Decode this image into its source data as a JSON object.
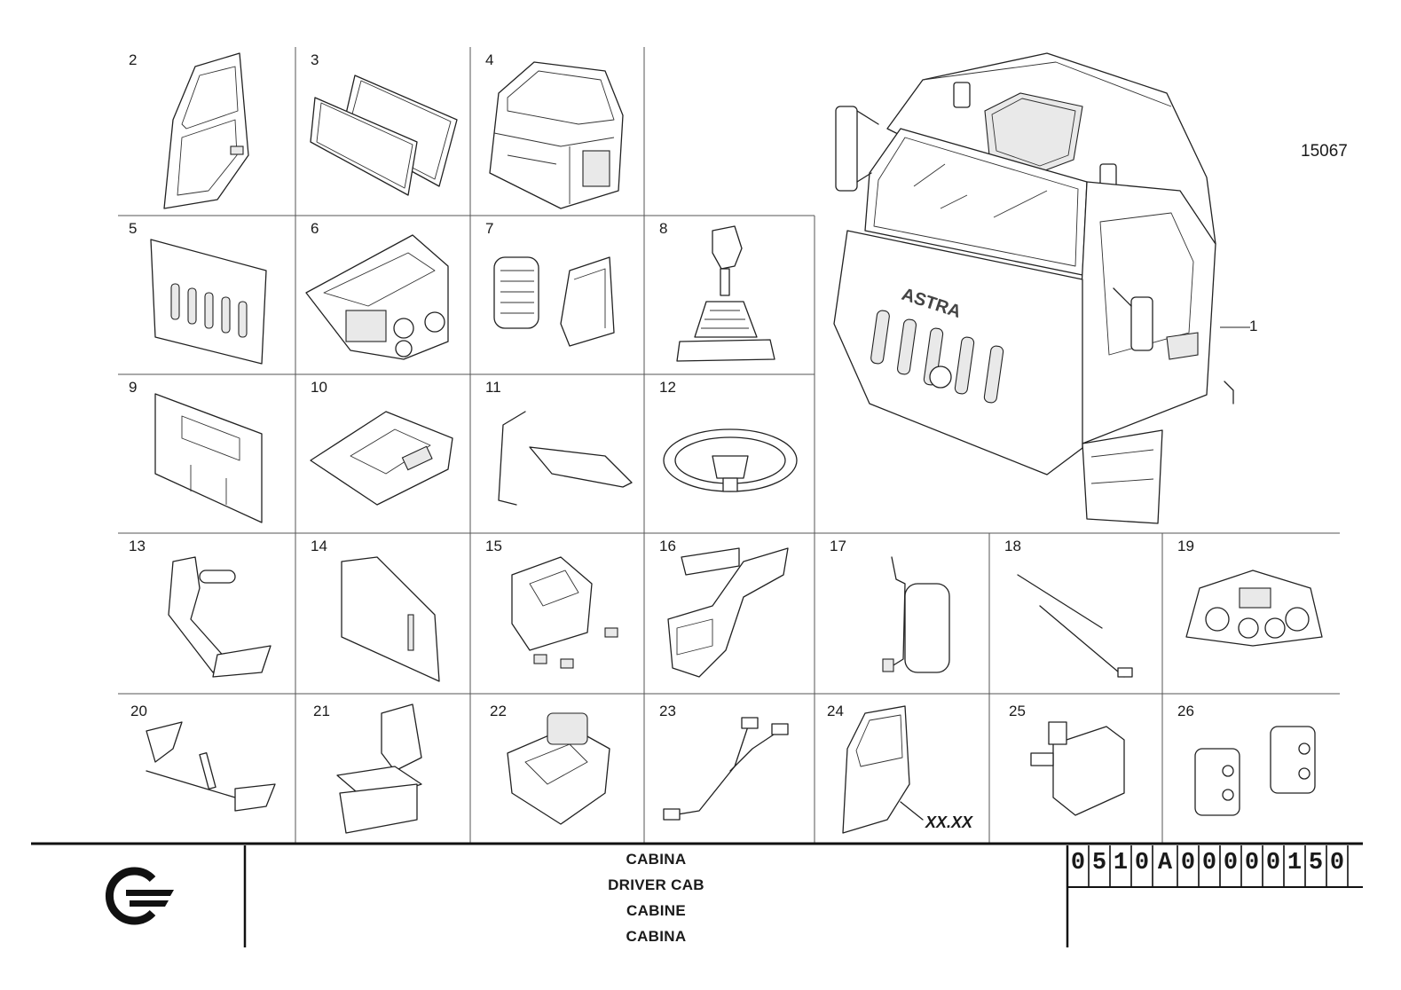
{
  "sheet_number": "15067",
  "main_callout": "1",
  "title_block": {
    "lines": [
      "CABINA",
      "DRIVER CAB",
      "CABINE",
      "CABINA"
    ],
    "drawing_code": [
      "0",
      "5",
      "1",
      "0",
      "A",
      "0",
      "0",
      "0",
      "0",
      "0",
      "1",
      "5",
      "0"
    ]
  },
  "variant_label": "XX.XX",
  "main_view": {
    "brand_on_grille": "ASTRA",
    "icon": "driver-cab-assembly-icon"
  },
  "logo": {
    "icon": "astra-logo-icon"
  },
  "parts": [
    {
      "number": "2",
      "icon": "door-frame-icon"
    },
    {
      "number": "3",
      "icon": "windshield-glass-icon"
    },
    {
      "number": "4",
      "icon": "cab-shell-icon"
    },
    {
      "number": "5",
      "icon": "front-grille-icon"
    },
    {
      "number": "6",
      "icon": "dashboard-panel-icon"
    },
    {
      "number": "7",
      "icon": "air-vent-trim-icon"
    },
    {
      "number": "8",
      "icon": "gear-lever-icon"
    },
    {
      "number": "9",
      "icon": "rear-wall-panel-icon"
    },
    {
      "number": "10",
      "icon": "cab-floor-icon"
    },
    {
      "number": "11",
      "icon": "grab-handle-icon"
    },
    {
      "number": "12",
      "icon": "steering-wheel-icon"
    },
    {
      "number": "13",
      "icon": "pedal-icon"
    },
    {
      "number": "14",
      "icon": "side-panel-icon"
    },
    {
      "number": "15",
      "icon": "pedal-box-icon"
    },
    {
      "number": "16",
      "icon": "step-bracket-icon"
    },
    {
      "number": "17",
      "icon": "rear-view-mirror-icon"
    },
    {
      "number": "18",
      "icon": "wiper-arm-icon"
    },
    {
      "number": "19",
      "icon": "instrument-cluster-icon"
    },
    {
      "number": "20",
      "icon": "cab-suspension-icon"
    },
    {
      "number": "21",
      "icon": "driver-seat-icon"
    },
    {
      "number": "22",
      "icon": "heater-unit-icon"
    },
    {
      "number": "23",
      "icon": "wiring-harness-icon"
    },
    {
      "number": "24",
      "icon": "door-assembly-icon"
    },
    {
      "number": "25",
      "icon": "tilt-pump-icon"
    },
    {
      "number": "26",
      "icon": "switch-icon"
    }
  ]
}
